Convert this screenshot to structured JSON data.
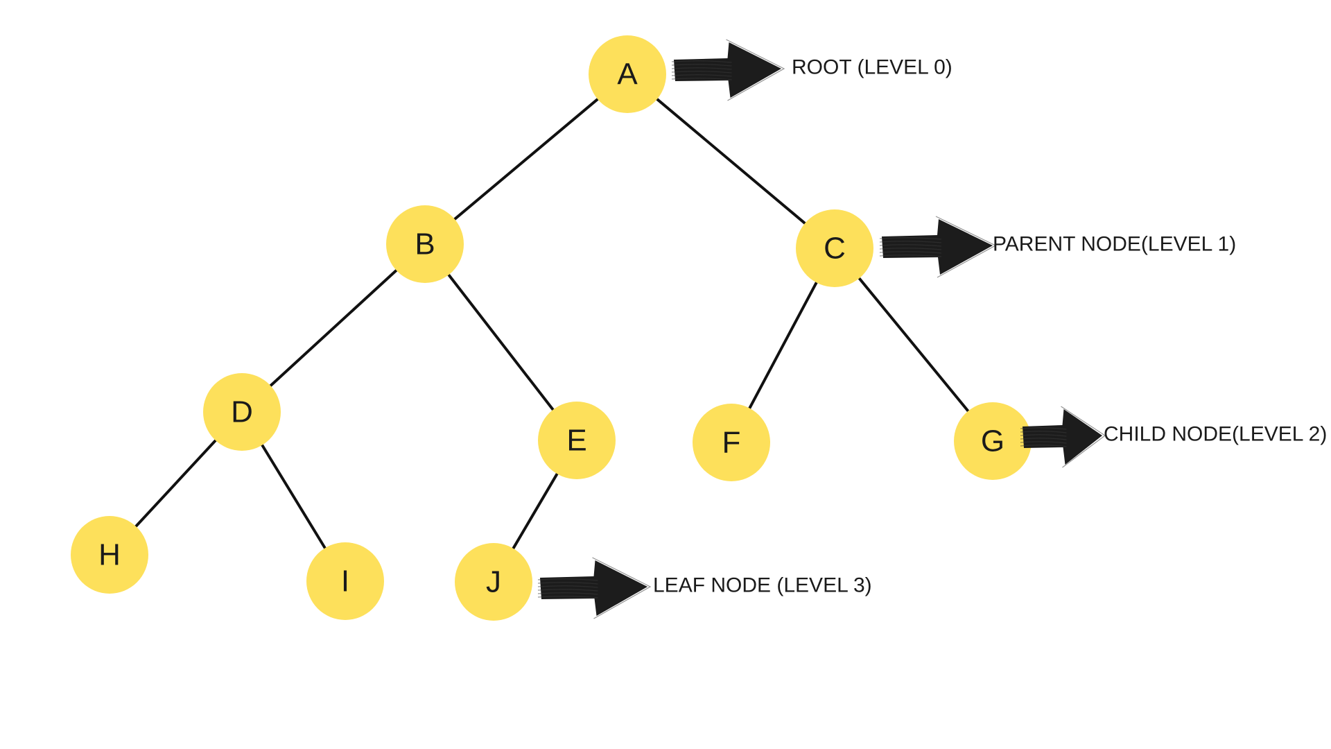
{
  "colors": {
    "node_fill": "#fde05b",
    "edge": "#111111",
    "arrow": "#1c1c1c",
    "text": "#1a1a1a"
  },
  "nodes": [
    {
      "id": "A",
      "label": "A"
    },
    {
      "id": "B",
      "label": "B"
    },
    {
      "id": "C",
      "label": "C"
    },
    {
      "id": "D",
      "label": "D"
    },
    {
      "id": "E",
      "label": "E"
    },
    {
      "id": "F",
      "label": "F"
    },
    {
      "id": "G",
      "label": "G"
    },
    {
      "id": "H",
      "label": "H"
    },
    {
      "id": "I",
      "label": "I"
    },
    {
      "id": "J",
      "label": "J"
    }
  ],
  "edges": [
    [
      "A",
      "B"
    ],
    [
      "A",
      "C"
    ],
    [
      "B",
      "D"
    ],
    [
      "B",
      "E"
    ],
    [
      "C",
      "F"
    ],
    [
      "C",
      "G"
    ],
    [
      "D",
      "H"
    ],
    [
      "D",
      "I"
    ],
    [
      "E",
      "J"
    ]
  ],
  "annotations": [
    {
      "target": "A",
      "icon": "hand-drawn-arrow-icon",
      "text": "ROOT (LEVEL 0)"
    },
    {
      "target": "C",
      "icon": "hand-drawn-arrow-icon",
      "text": "PARENT NODE(LEVEL 1)"
    },
    {
      "target": "G",
      "icon": "hand-drawn-arrow-icon",
      "text": "CHILD NODE(LEVEL 2)"
    },
    {
      "target": "J",
      "icon": "hand-drawn-arrow-icon",
      "text": "LEAF NODE (LEVEL 3)"
    }
  ]
}
